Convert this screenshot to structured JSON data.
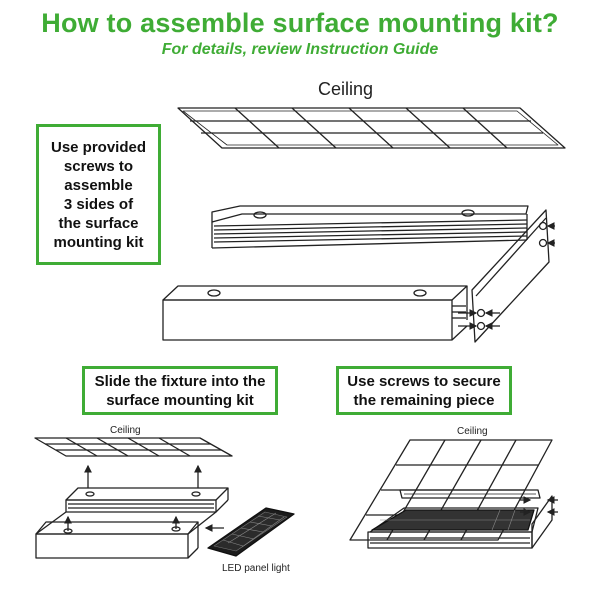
{
  "header": {
    "title": "How to assemble surface mounting kit?",
    "subtitle": "For details, review Instruction Guide"
  },
  "colors": {
    "accent": "#3fac35",
    "line": "#222222"
  },
  "main_diagram": {
    "ceiling_label": "Ceiling",
    "callout": "Use provided\nscrews to\nassemble\n3 sides of\nthe surface\nmounting kit"
  },
  "step_slide": {
    "callout": "Slide the fixture into the\nsurface mounting kit",
    "ceiling_label": "Ceiling",
    "panel_label": "LED panel light"
  },
  "step_secure": {
    "callout": "Use screws to secure\nthe remaining piece",
    "ceiling_label": "Ceiling"
  }
}
